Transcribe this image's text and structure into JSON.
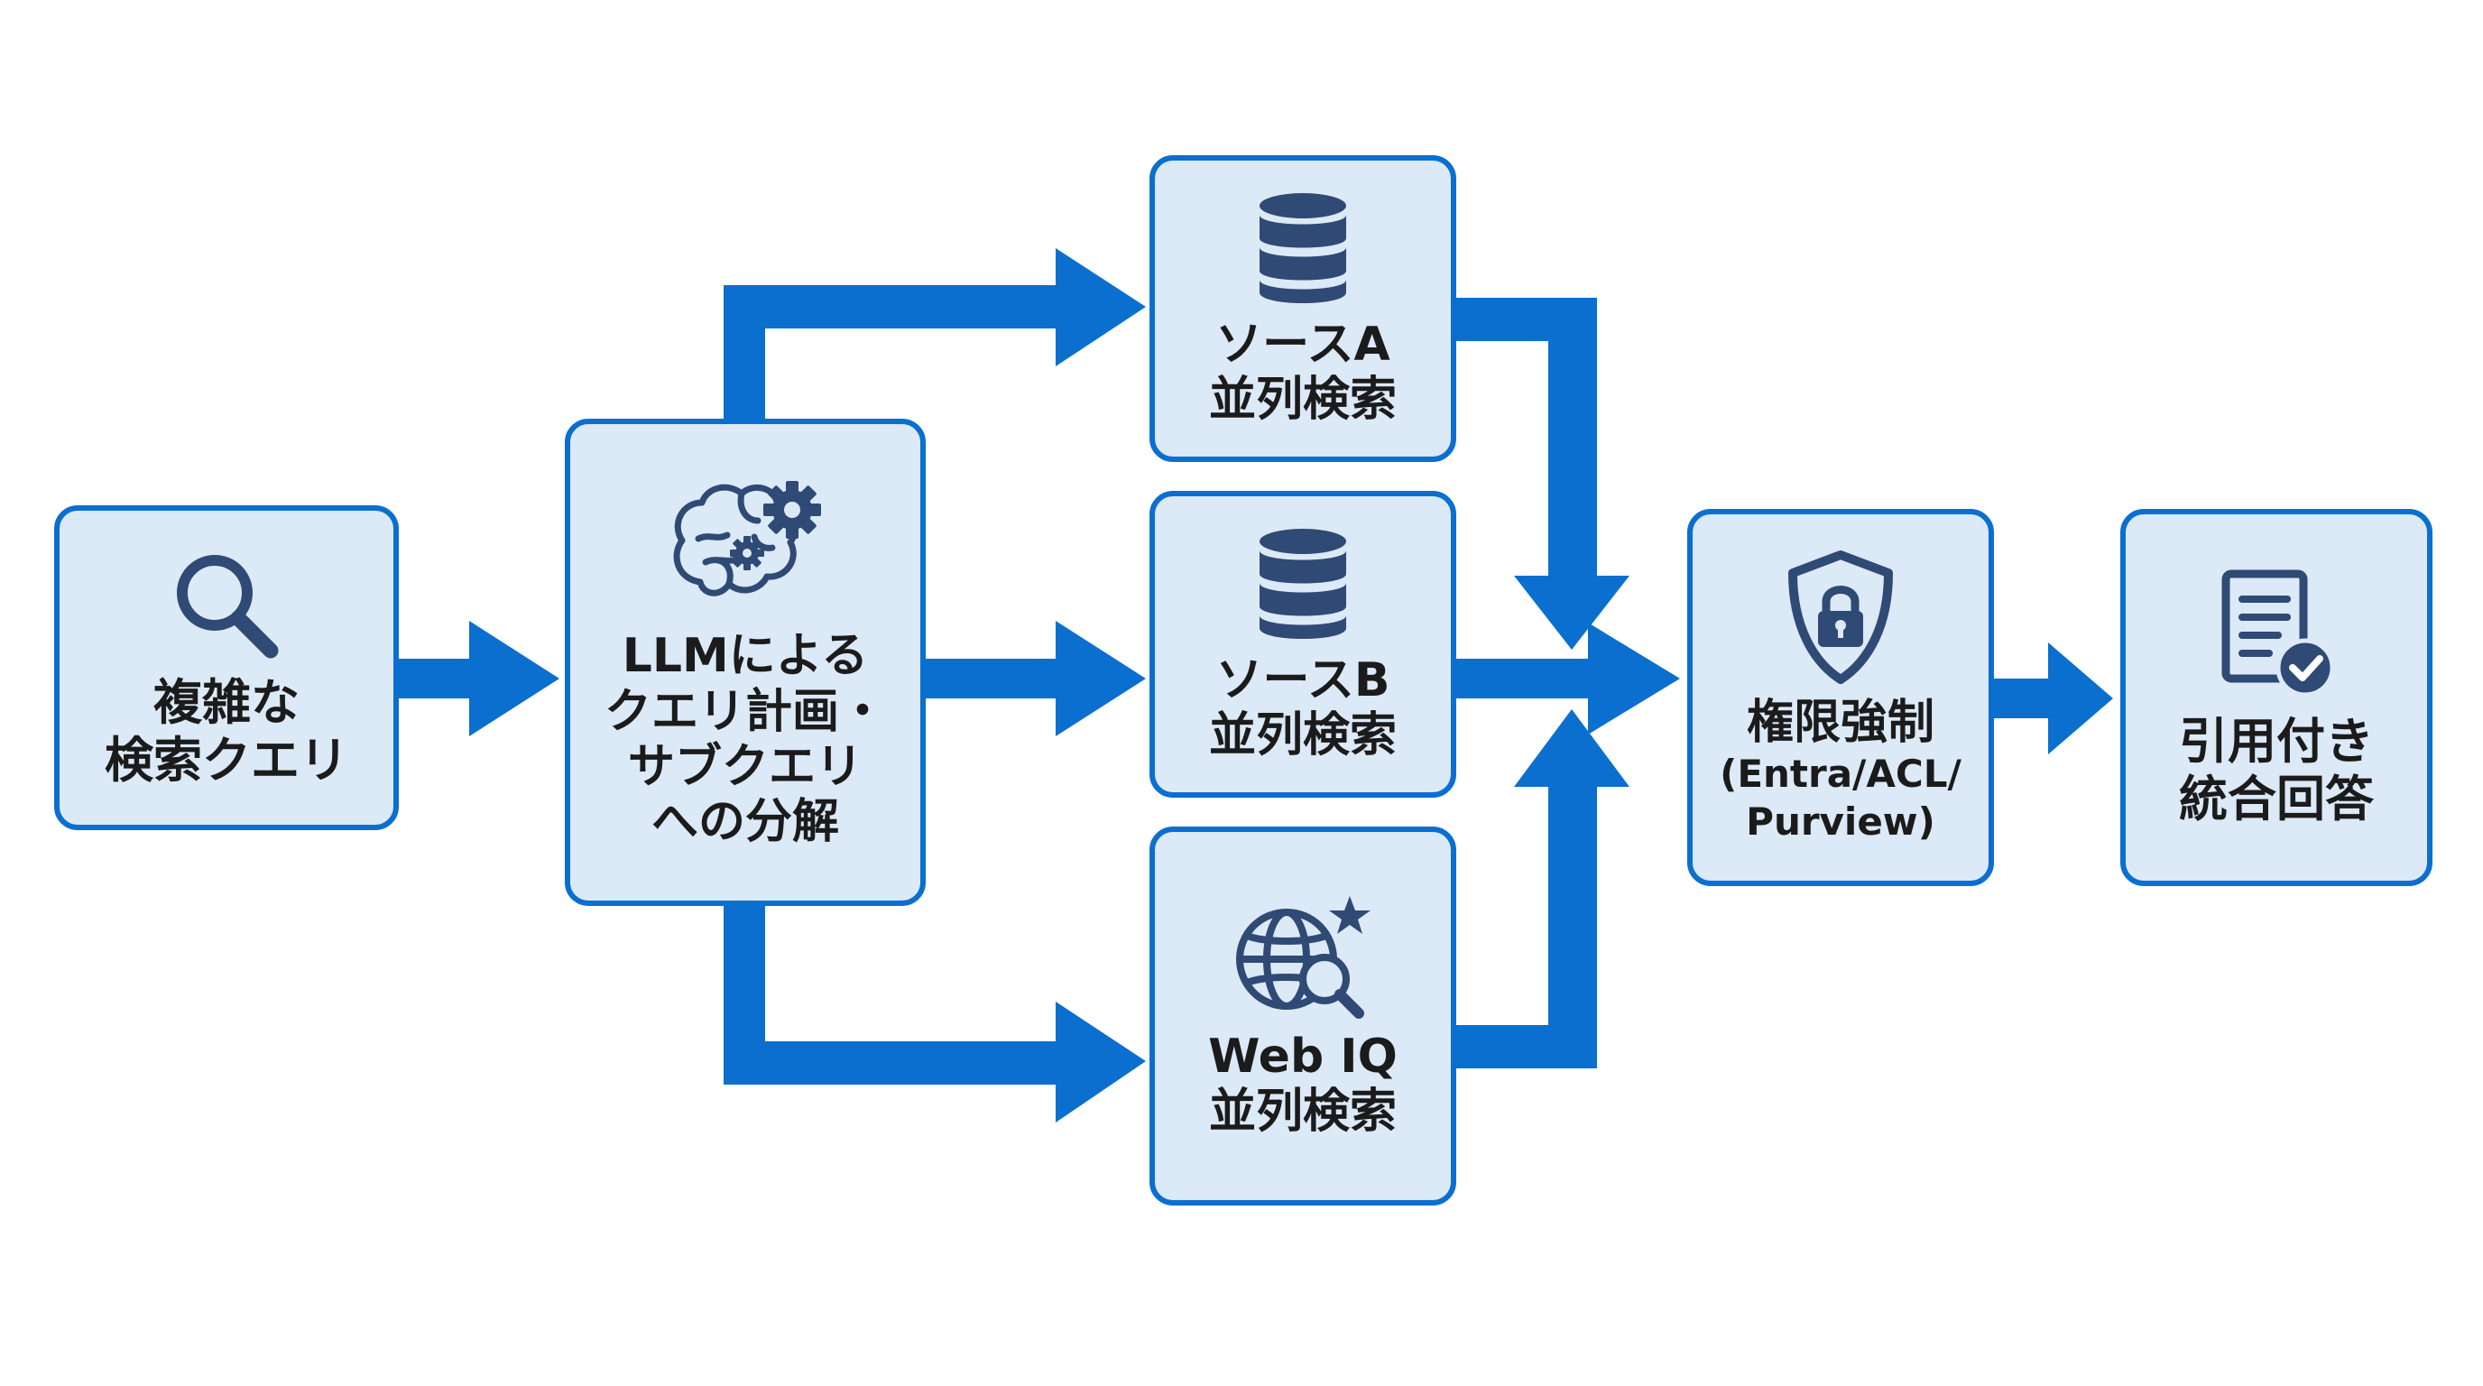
{
  "colors": {
    "arrow": "#0b6fd0",
    "box_fill": "#dce9f7",
    "box_border": "#0b6fd0",
    "icon": "#2f4a75",
    "text": "#1b1b1b"
  },
  "nodes": {
    "query": {
      "line1": "複雑な",
      "line2": "検索クエリ",
      "icon": "search-icon"
    },
    "planner": {
      "line1": "LLMによる",
      "line2": "クエリ計画・",
      "line3": "サブクエリ",
      "line4": "への分解",
      "icon": "brain-gear-icon"
    },
    "source_a": {
      "line1": "ソースA",
      "line2": "並列検索",
      "icon": "database-icon"
    },
    "source_b": {
      "line1": "ソースB",
      "line2": "並列検索",
      "icon": "database-icon"
    },
    "web_iq": {
      "line1": "Web IQ",
      "line2": "並列検索",
      "icon": "globe-search-icon"
    },
    "permission": {
      "line1": "権限強制",
      "line2": "(Entra/ACL/",
      "line3": "Purview)",
      "icon": "shield-lock-icon"
    },
    "answer": {
      "line1": "引用付き",
      "line2": "統合回答",
      "icon": "document-check-icon"
    }
  }
}
